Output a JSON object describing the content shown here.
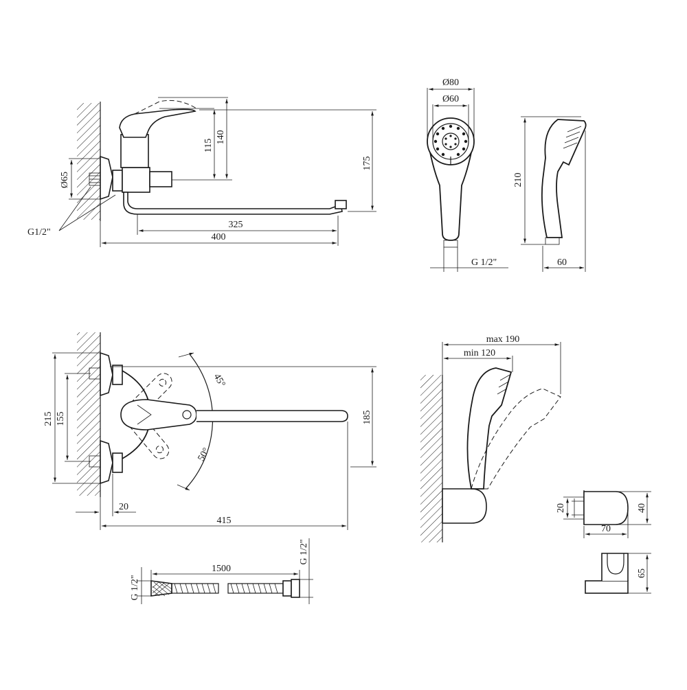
{
  "drawing": {
    "colors": {
      "line": "#1a1a1a",
      "background": "#ffffff"
    },
    "front_view": {
      "dim_width_spout": "325",
      "dim_width_total": "400",
      "dim_height_lever": "115",
      "dim_height_top": "140",
      "dim_height_spout": "175",
      "dim_flange": "Ø65",
      "dim_thread": "G1/2\""
    },
    "hand_shower_front": {
      "dim_outer": "Ø80",
      "dim_inner": "Ø60",
      "dim_thread": "G 1/2\""
    },
    "hand_shower_side": {
      "dim_length": "210",
      "dim_width": "60"
    },
    "top_view": {
      "dim_height_total": "215",
      "dim_height_centers": "155",
      "dim_spout_y": "185",
      "dim_offset": "20",
      "dim_length": "415",
      "angle_upper": "45°",
      "angle_lower": "50°"
    },
    "holder_view": {
      "dim_max": "max 190",
      "dim_min": "min 120"
    },
    "bracket_view": {
      "dim_thickness": "20",
      "dim_height": "40",
      "dim_depth": "70",
      "dim_base_height": "65"
    },
    "hose_view": {
      "dim_length": "1500",
      "dim_thread_left": "G 1/2\"",
      "dim_thread_right": "G 1/2\""
    }
  }
}
